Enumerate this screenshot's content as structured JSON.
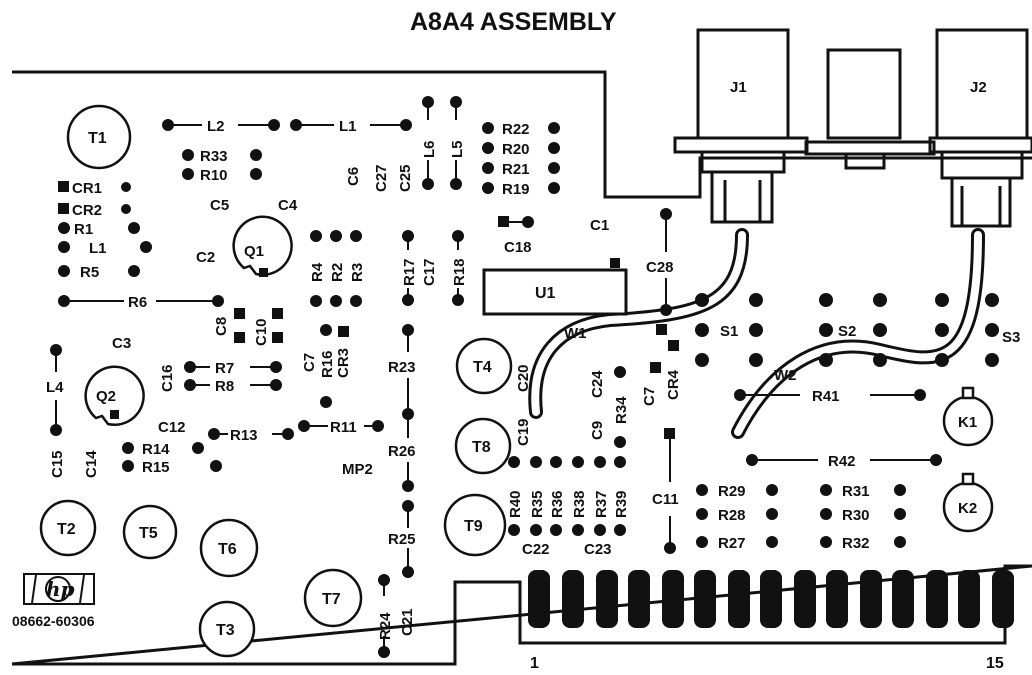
{
  "title": "A8A4 ASSEMBLY",
  "part_number": "08662-60306",
  "logo_text": "hp",
  "edge_pins": {
    "first": "1",
    "last": "15"
  },
  "components": [
    {
      "id": "T1",
      "ref": "T1"
    },
    {
      "id": "T2",
      "ref": "T2"
    },
    {
      "id": "T3",
      "ref": "T3"
    },
    {
      "id": "T4",
      "ref": "T4"
    },
    {
      "id": "T5",
      "ref": "T5"
    },
    {
      "id": "T6",
      "ref": "T6"
    },
    {
      "id": "T7",
      "ref": "T7"
    },
    {
      "id": "T8",
      "ref": "T8"
    },
    {
      "id": "T9",
      "ref": "T9"
    },
    {
      "id": "Q1",
      "ref": "Q1"
    },
    {
      "id": "Q2",
      "ref": "Q2"
    },
    {
      "id": "K1",
      "ref": "K1"
    },
    {
      "id": "K2",
      "ref": "K2"
    },
    {
      "id": "J1",
      "ref": "J1"
    },
    {
      "id": "J2",
      "ref": "J2"
    },
    {
      "id": "U1",
      "ref": "U1"
    },
    {
      "id": "S1",
      "ref": "S1"
    },
    {
      "id": "S2",
      "ref": "S2"
    },
    {
      "id": "S3",
      "ref": "S3"
    },
    {
      "id": "W1",
      "ref": "W1"
    },
    {
      "id": "W2",
      "ref": "W2"
    },
    {
      "id": "MP2",
      "ref": "MP2"
    },
    {
      "id": "L1a",
      "ref": "L1"
    },
    {
      "id": "L2",
      "ref": "L2"
    },
    {
      "id": "L1b",
      "ref": "L1"
    },
    {
      "id": "L4",
      "ref": "L4"
    },
    {
      "id": "L5",
      "ref": "L5"
    },
    {
      "id": "L6",
      "ref": "L6"
    },
    {
      "id": "CR1",
      "ref": "CR1"
    },
    {
      "id": "CR2",
      "ref": "CR2"
    },
    {
      "id": "CR3",
      "ref": "CR3"
    },
    {
      "id": "CR4",
      "ref": "CR4"
    },
    {
      "id": "R1",
      "ref": "R1"
    },
    {
      "id": "R2",
      "ref": "R2"
    },
    {
      "id": "R3",
      "ref": "R3"
    },
    {
      "id": "R4",
      "ref": "R4"
    },
    {
      "id": "R5",
      "ref": "R5"
    },
    {
      "id": "R6",
      "ref": "R6"
    },
    {
      "id": "R7",
      "ref": "R7"
    },
    {
      "id": "R8",
      "ref": "R8"
    },
    {
      "id": "R10",
      "ref": "R10"
    },
    {
      "id": "R11",
      "ref": "R11"
    },
    {
      "id": "R13",
      "ref": "R13"
    },
    {
      "id": "R14",
      "ref": "R14"
    },
    {
      "id": "R15",
      "ref": "R15"
    },
    {
      "id": "R16",
      "ref": "R16"
    },
    {
      "id": "R17",
      "ref": "R17"
    },
    {
      "id": "R18",
      "ref": "R18"
    },
    {
      "id": "R19",
      "ref": "R19"
    },
    {
      "id": "R20",
      "ref": "R20"
    },
    {
      "id": "R21",
      "ref": "R21"
    },
    {
      "id": "R22",
      "ref": "R22"
    },
    {
      "id": "R23",
      "ref": "R23"
    },
    {
      "id": "R24",
      "ref": "R24"
    },
    {
      "id": "R25",
      "ref": "R25"
    },
    {
      "id": "R26",
      "ref": "R26"
    },
    {
      "id": "R27",
      "ref": "R27"
    },
    {
      "id": "R28",
      "ref": "R28"
    },
    {
      "id": "R29",
      "ref": "R29"
    },
    {
      "id": "R30",
      "ref": "R30"
    },
    {
      "id": "R31",
      "ref": "R31"
    },
    {
      "id": "R32",
      "ref": "R32"
    },
    {
      "id": "R33",
      "ref": "R33"
    },
    {
      "id": "R34",
      "ref": "R34"
    },
    {
      "id": "R35",
      "ref": "R35"
    },
    {
      "id": "R36",
      "ref": "R36"
    },
    {
      "id": "R37",
      "ref": "R37"
    },
    {
      "id": "R38",
      "ref": "R38"
    },
    {
      "id": "R39",
      "ref": "R39"
    },
    {
      "id": "R40",
      "ref": "R40"
    },
    {
      "id": "R41",
      "ref": "R41"
    },
    {
      "id": "R42",
      "ref": "R42"
    },
    {
      "id": "C1",
      "ref": "C1"
    },
    {
      "id": "C2",
      "ref": "C2"
    },
    {
      "id": "C3",
      "ref": "C3"
    },
    {
      "id": "C4",
      "ref": "C4"
    },
    {
      "id": "C5",
      "ref": "C5"
    },
    {
      "id": "C6",
      "ref": "C6"
    },
    {
      "id": "C7a",
      "ref": "C7"
    },
    {
      "id": "C7b",
      "ref": "C7"
    },
    {
      "id": "C8",
      "ref": "C8"
    },
    {
      "id": "C9",
      "ref": "C9"
    },
    {
      "id": "C10",
      "ref": "C10"
    },
    {
      "id": "C11",
      "ref": "C11"
    },
    {
      "id": "C12",
      "ref": "C12"
    },
    {
      "id": "C14",
      "ref": "C14"
    },
    {
      "id": "C15",
      "ref": "C15"
    },
    {
      "id": "C16",
      "ref": "C16"
    },
    {
      "id": "C17",
      "ref": "C17"
    },
    {
      "id": "C18",
      "ref": "C18"
    },
    {
      "id": "C19",
      "ref": "C19"
    },
    {
      "id": "C20",
      "ref": "C20"
    },
    {
      "id": "C21",
      "ref": "C21"
    },
    {
      "id": "C22",
      "ref": "C22"
    },
    {
      "id": "C23",
      "ref": "C23"
    },
    {
      "id": "C24",
      "ref": "C24"
    },
    {
      "id": "C25",
      "ref": "C25"
    },
    {
      "id": "C27",
      "ref": "C27"
    },
    {
      "id": "C28",
      "ref": "C28"
    }
  ]
}
